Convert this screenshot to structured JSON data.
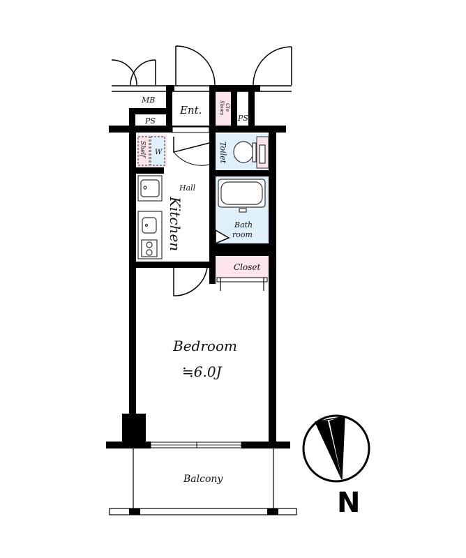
{
  "rooms": {
    "mb": "MB",
    "ps_left": "PS",
    "ps_right": "PS",
    "entrance": "Ent.",
    "shoes_1": "Shoes",
    "shoes_2": "Clo",
    "toilet": "Toilet",
    "shelf": "Shelf",
    "w": "W",
    "hall": "Hall",
    "kitchen": "Kitchen",
    "bath_1": "Bath",
    "bath_2": "room",
    "closet": "Closet",
    "bedroom": "Bedroom",
    "bedroom_size": "≒6.0J",
    "balcony": "Balcony"
  },
  "compass": {
    "north_label": "N"
  },
  "colors": {
    "wall": "#000000",
    "pink": "#fbe4ea",
    "blue": "#dff0fa",
    "fixture_stroke": "#333333"
  }
}
